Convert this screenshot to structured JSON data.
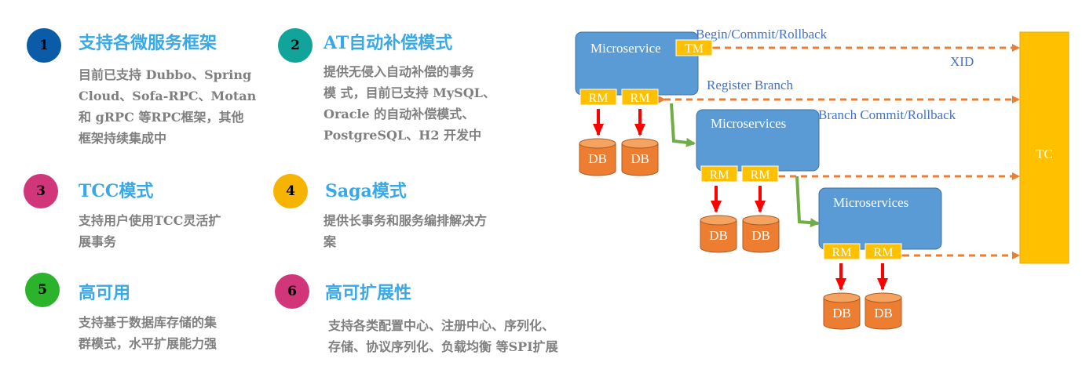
{
  "features": [
    {
      "number": "1",
      "color": "#0a5ca8",
      "title": "支持各微服务框架",
      "desc": [
        "目前已支持 Dubbo、Spring",
        "Cloud、Sofa-RPC、Motan",
        "和 gRPC 等RPC框架，其他",
        "框架持续集成中"
      ]
    },
    {
      "number": "2",
      "color": "#12a39a",
      "title": "AT自动补偿模式",
      "desc": [
        "提供无侵入自动补偿的事务",
        "模 式，目前已支持 MySQL、",
        "Oracle 的自动补偿模式、",
        "PostgreSQL、H2 开发中"
      ]
    },
    {
      "number": "3",
      "color": "#d1357a",
      "title": "TCC模式",
      "desc": [
        "支持用户使用TCC灵活扩",
        "展事务"
      ]
    },
    {
      "number": "4",
      "color": "#f6b400",
      "title": "Saga模式",
      "desc": [
        "提供长事务和服务编排解决方",
        "案"
      ]
    },
    {
      "number": "5",
      "color": "#2cb32c",
      "title": "高可用",
      "desc": [
        "支持基于数据库存储的集",
        "群模式，水平扩展能力强"
      ]
    },
    {
      "number": "6",
      "color": "#d1357a",
      "title": "高可扩展性",
      "desc": [
        "支持各类配置中心、注册中心、序列化、",
        "存储、协议序列化、负载均衡 等SPI扩展"
      ]
    }
  ],
  "diagram": {
    "microservice_labels": [
      "Microservice",
      "Microservices",
      "Microservices"
    ],
    "tm_label": "TM",
    "rm_label": "RM",
    "db_label": "DB",
    "tc_label": "TC",
    "arrow_labels": {
      "begin": "Begin/Commit/Rollback",
      "xid": "XID",
      "register": "Register Branch",
      "branch": "Branch Commit/Rollback"
    },
    "colors": {
      "service_box": "#5b9bd5",
      "rm_box": "#ffc000",
      "db": "#ed7d31",
      "tc_box": "#ffc000",
      "dashed_arrow": "#ed7d31",
      "red_arrow": "#ff0000",
      "green_arrow": "#70ad47",
      "label_text": "#4472c4"
    }
  }
}
